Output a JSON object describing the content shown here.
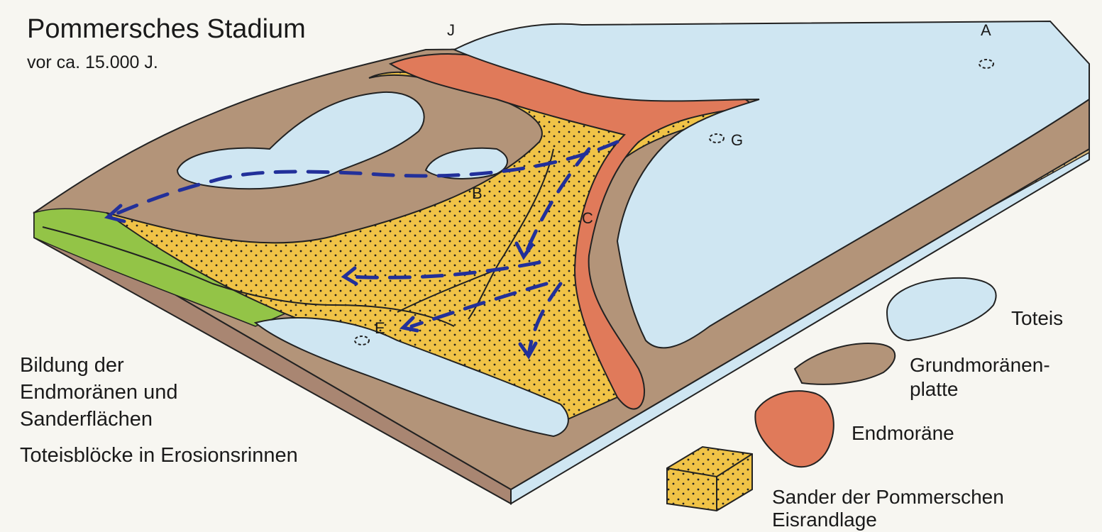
{
  "title": "Pommersches Stadium",
  "subtitle": "vor ca. 15.000 J.",
  "description": {
    "line1": "Bildung der",
    "line2": "Endmoränen und",
    "line3": "Sanderflächen",
    "line4": "Toteisblöcke in Erosionsrinnen"
  },
  "labels": {
    "j": "J",
    "a": "A",
    "g": "G",
    "b": "B",
    "c": "C",
    "e": "E"
  },
  "legend": {
    "toteis": "Toteis",
    "grundmoraene_1": "Grundmoränen-",
    "grundmoraene_2": "platte",
    "endmoraene": "Endmoräne",
    "sander_1": "Sander der Pommerschen",
    "sander_2": "Eisrandlage"
  },
  "colors": {
    "ice": "#cfe6f2",
    "ground_moraine": "#b39479",
    "end_moraine": "#e07a5a",
    "sander": "#f0c347",
    "meadow": "#93c447",
    "flow_arrows": "#22309a"
  }
}
